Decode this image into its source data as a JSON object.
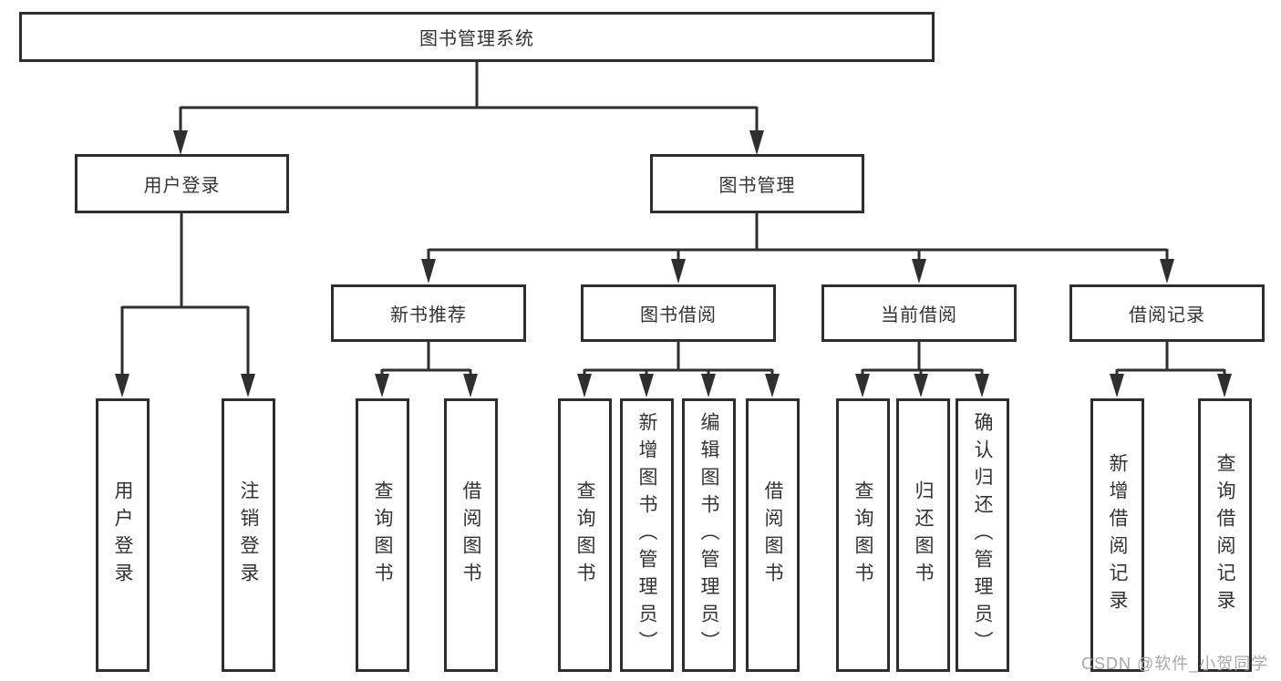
{
  "diagram": {
    "title": "图书管理系统",
    "branches": [
      {
        "label": "用户登录",
        "children": [
          "用户登录",
          "注销登录"
        ]
      },
      {
        "label": "图书管理",
        "sections": [
          {
            "label": "新书推荐",
            "children": [
              "查询图书",
              "借阅图书"
            ]
          },
          {
            "label": "图书借阅",
            "children": [
              "查询图书",
              "新增图书（管理员）",
              "编辑图书（管理员）",
              "借阅图书"
            ]
          },
          {
            "label": "当前借阅",
            "children": [
              "查询图书",
              "归还图书",
              "确认归还（管理员）"
            ]
          },
          {
            "label": "借阅记录",
            "children": [
              "新增借阅记录",
              "查询借阅记录"
            ]
          }
        ]
      }
    ],
    "colors": {
      "line": "#2f2f2f",
      "text": "#333333",
      "background": "#ffffff",
      "watermark": "#a7a7a7"
    },
    "watermark": "CSDN @软件_小贺同学"
  }
}
